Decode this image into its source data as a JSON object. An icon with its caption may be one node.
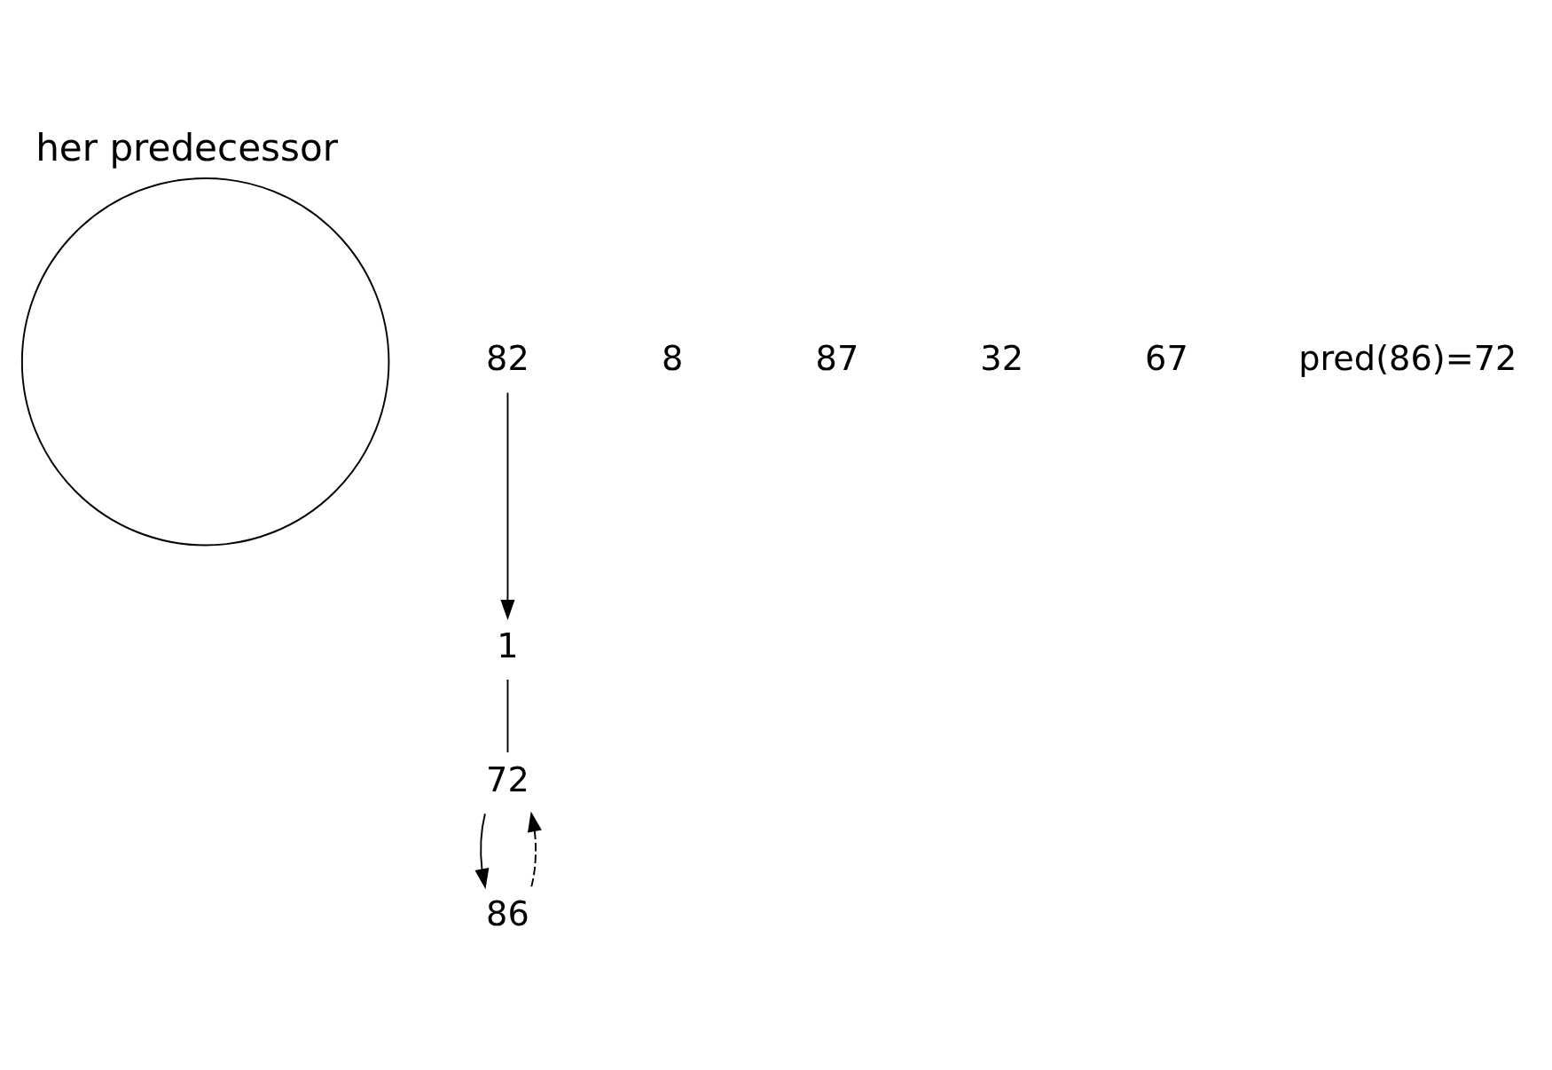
{
  "diagram": {
    "title": "her predecessor",
    "nodes": [
      {
        "text": [],
        "shape": "circle"
      },
      {
        "text": [
          "82"
        ]
      },
      {
        "text": [
          "1"
        ]
      },
      {
        "text": [
          "8"
        ]
      },
      {
        "text": [
          "87"
        ]
      },
      {
        "text": [
          "86"
        ]
      },
      {
        "text": [
          "32"
        ]
      },
      {
        "text": [
          "72"
        ]
      },
      {
        "text": [
          "67"
        ]
      }
    ],
    "edges": [
      {
        "from": 1,
        "to": 2,
        "arrow": "to"
      },
      {
        "from": 2,
        "to": 7,
        "arrow": "none"
      },
      {
        "from": 7,
        "to": 5,
        "arrow": "to"
      },
      {
        "from": 5,
        "to": 7,
        "arrow": "to",
        "style": "dashed"
      }
    ],
    "labels": [
      "pred(86)=72"
    ]
  }
}
